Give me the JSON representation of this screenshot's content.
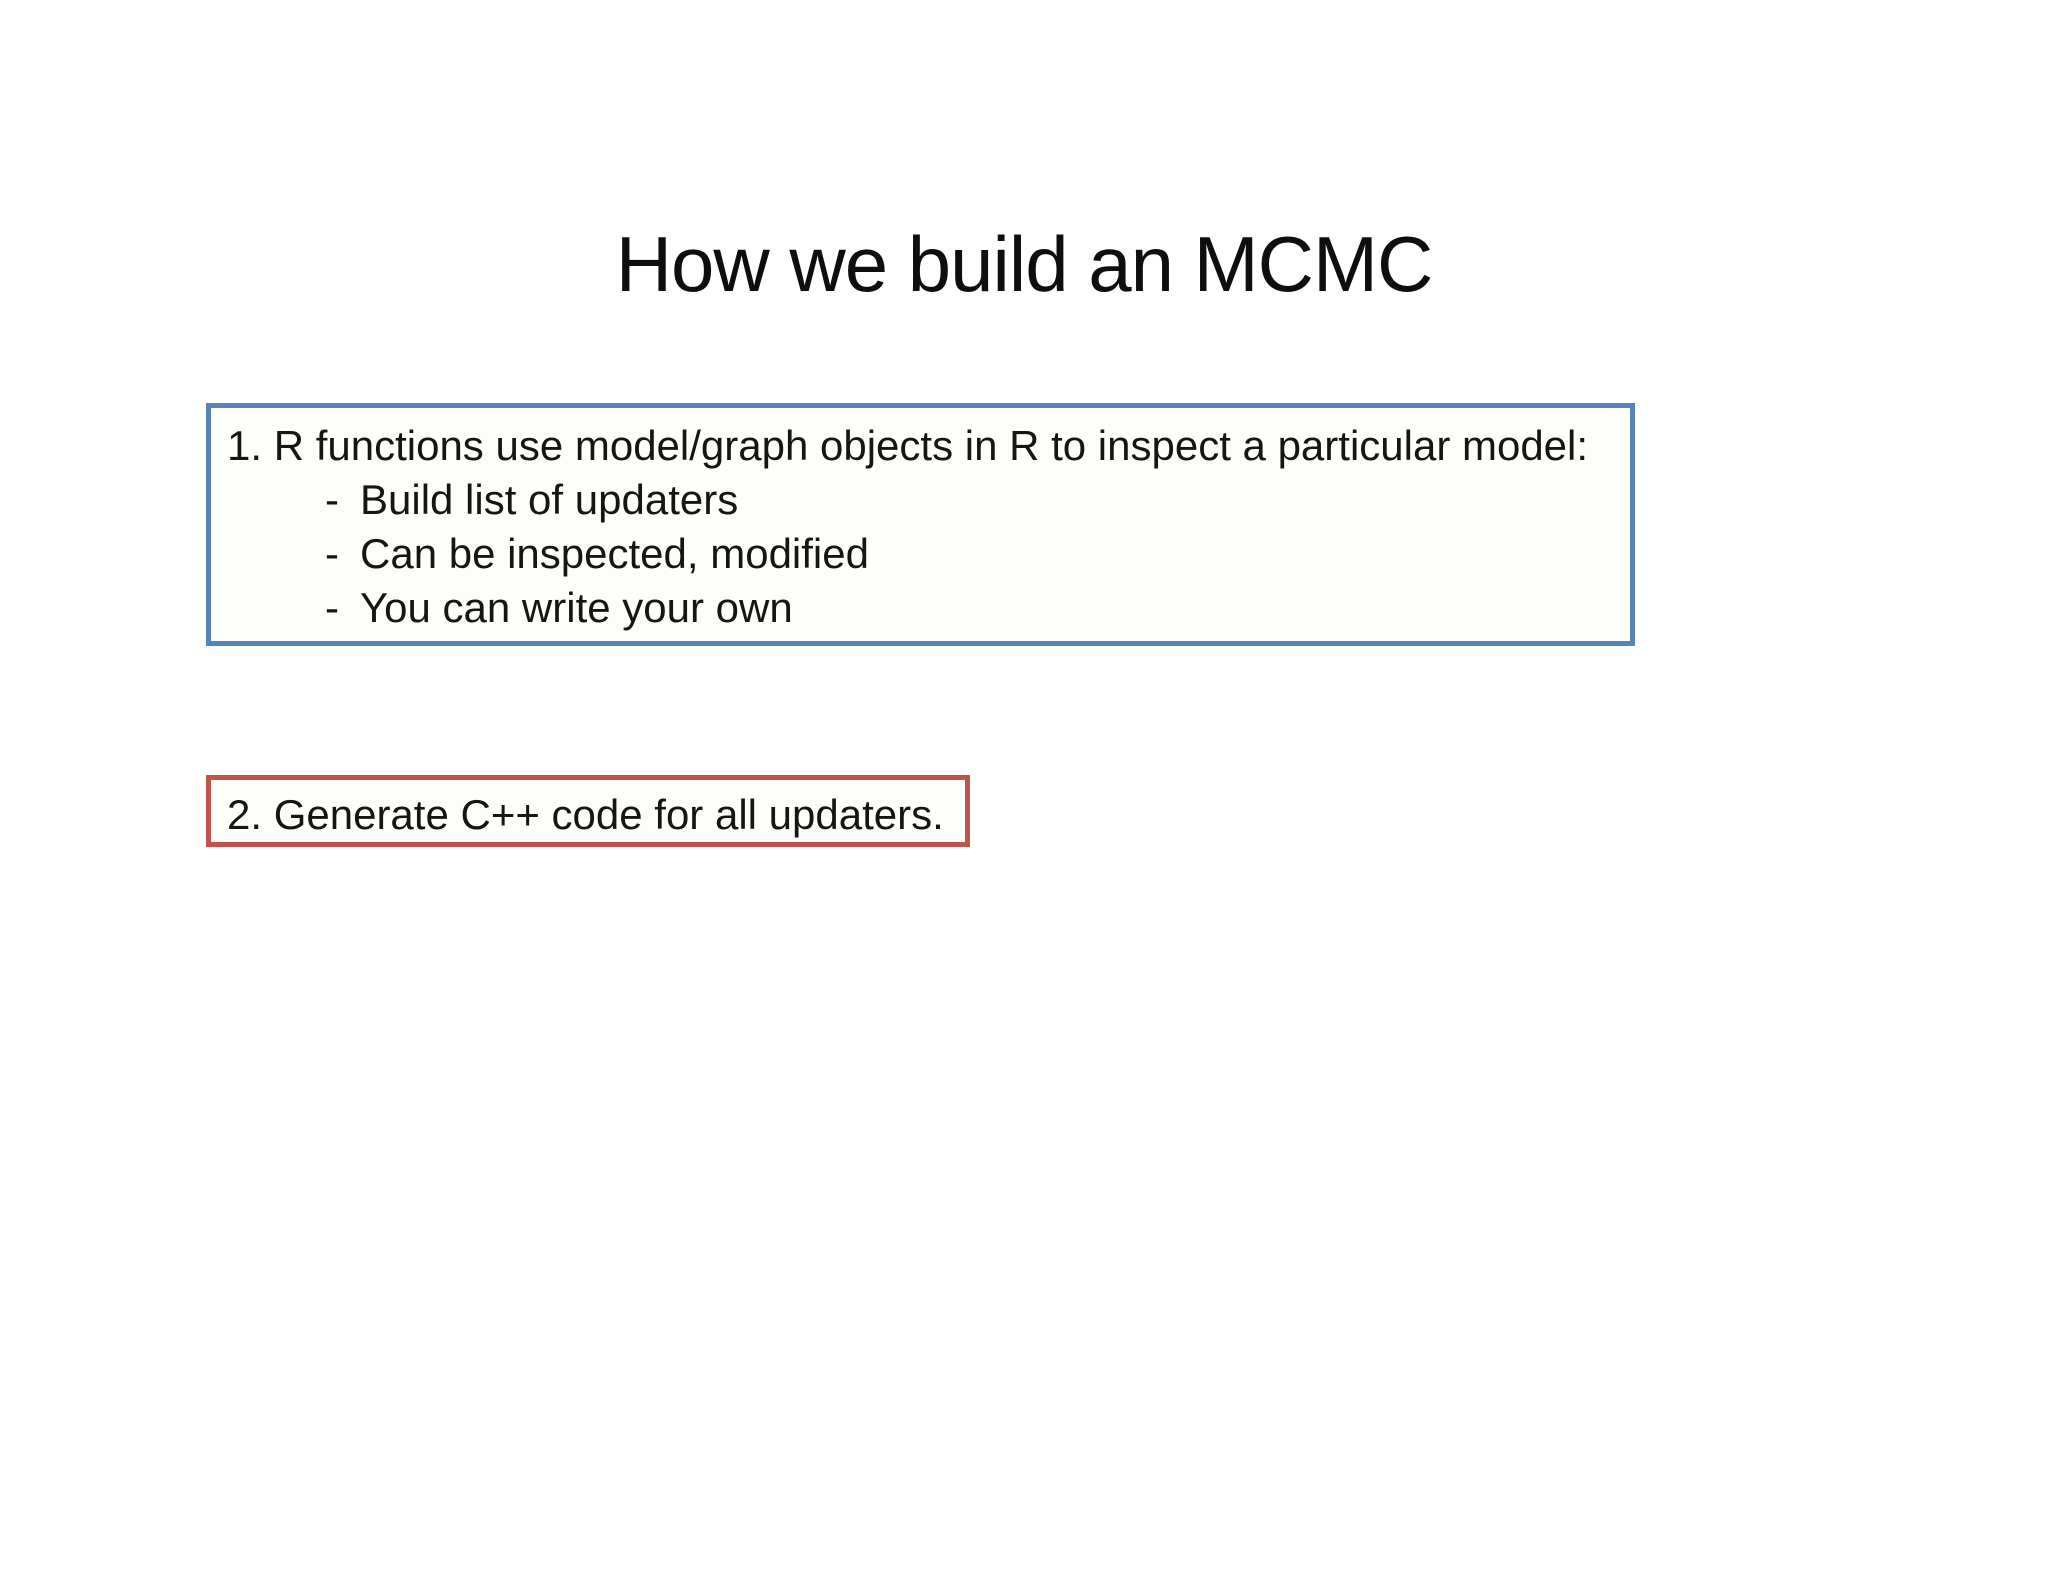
{
  "slide": {
    "title": "How we build an MCMC",
    "step1": {
      "heading": "1. R functions use model/graph objects in R to inspect a particular model:",
      "marker": "-",
      "items": [
        "Build list of updaters",
        "Can be inspected, modified",
        "You can write your own"
      ],
      "border_color": "#5584b9"
    },
    "step2": {
      "text": "2. Generate C++ code for all updaters.",
      "border_color": "#c0544c"
    },
    "colors": {
      "background": "#ffffff",
      "box_fill": "#fdfdfa",
      "text": "#151515"
    }
  }
}
